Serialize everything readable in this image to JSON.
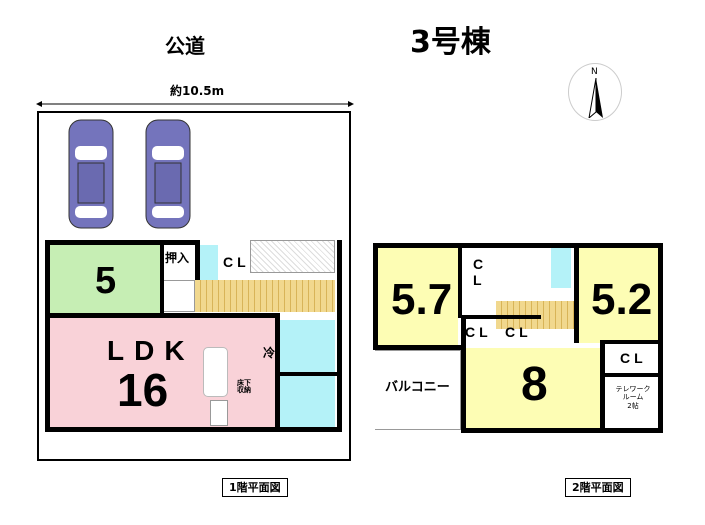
{
  "header": {
    "road": "公道",
    "building": "3号棟",
    "compass": "N",
    "width_dim": "約10.5m"
  },
  "floor1": {
    "caption": "1階平面図",
    "rooms": {
      "bedroom": "5",
      "closet_oshiire": "押入",
      "closet_cl": "CL",
      "ldk_label": "LDK",
      "ldk_size": "16",
      "fridge": "冷",
      "underfloor": "床下収納"
    }
  },
  "floor2": {
    "caption": "2階平面図",
    "rooms": {
      "room_a": "5.7",
      "room_a_cl_1": "C",
      "room_a_cl_2": "L",
      "room_b": "5.2",
      "room_c": "8",
      "cl_1": "CL",
      "cl_2": "CL",
      "cl_3": "CL",
      "balcony": "バルコニー",
      "telework_1": "テレワーク",
      "telework_2": "ルーム",
      "telework_3": "2帖"
    }
  },
  "colors": {
    "bedroom": "#c6eeb4",
    "ldk": "#f9d2d8",
    "rooms2f": "#fdfdb4",
    "wet": "#b4f2f8",
    "car": "#7474bc"
  }
}
